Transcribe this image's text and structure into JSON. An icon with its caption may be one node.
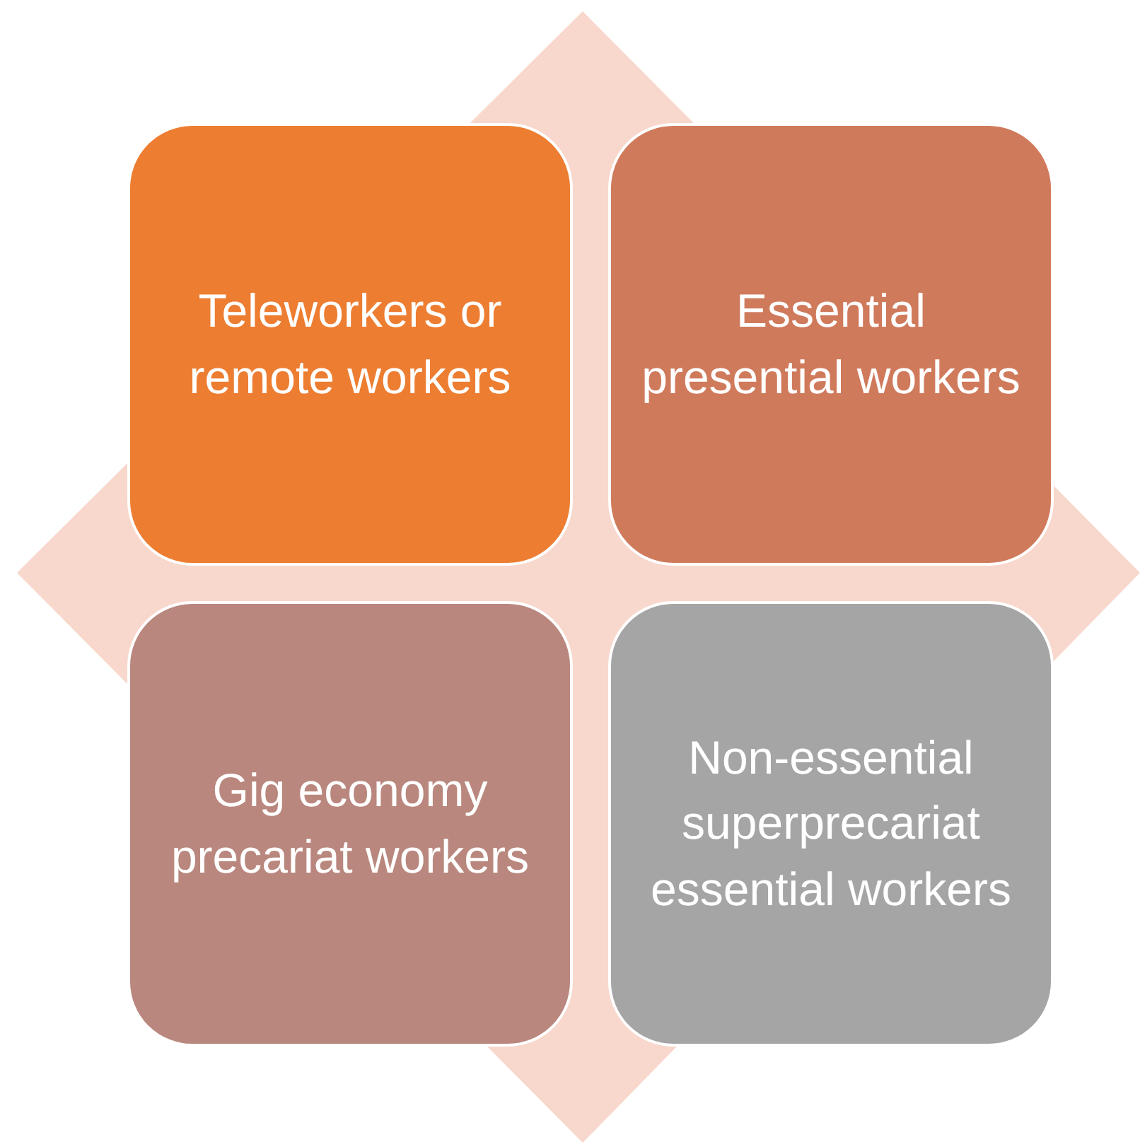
{
  "diagram": {
    "nodes": [
      {
        "text": [
          "Teleworkers or remote workers"
        ]
      },
      {
        "text": [
          "Essential presential workers"
        ]
      },
      {
        "text": [
          "Gig economy precariat workers"
        ]
      },
      {
        "text": [
          "Non-essential superprecariat essential workers"
        ]
      }
    ]
  }
}
